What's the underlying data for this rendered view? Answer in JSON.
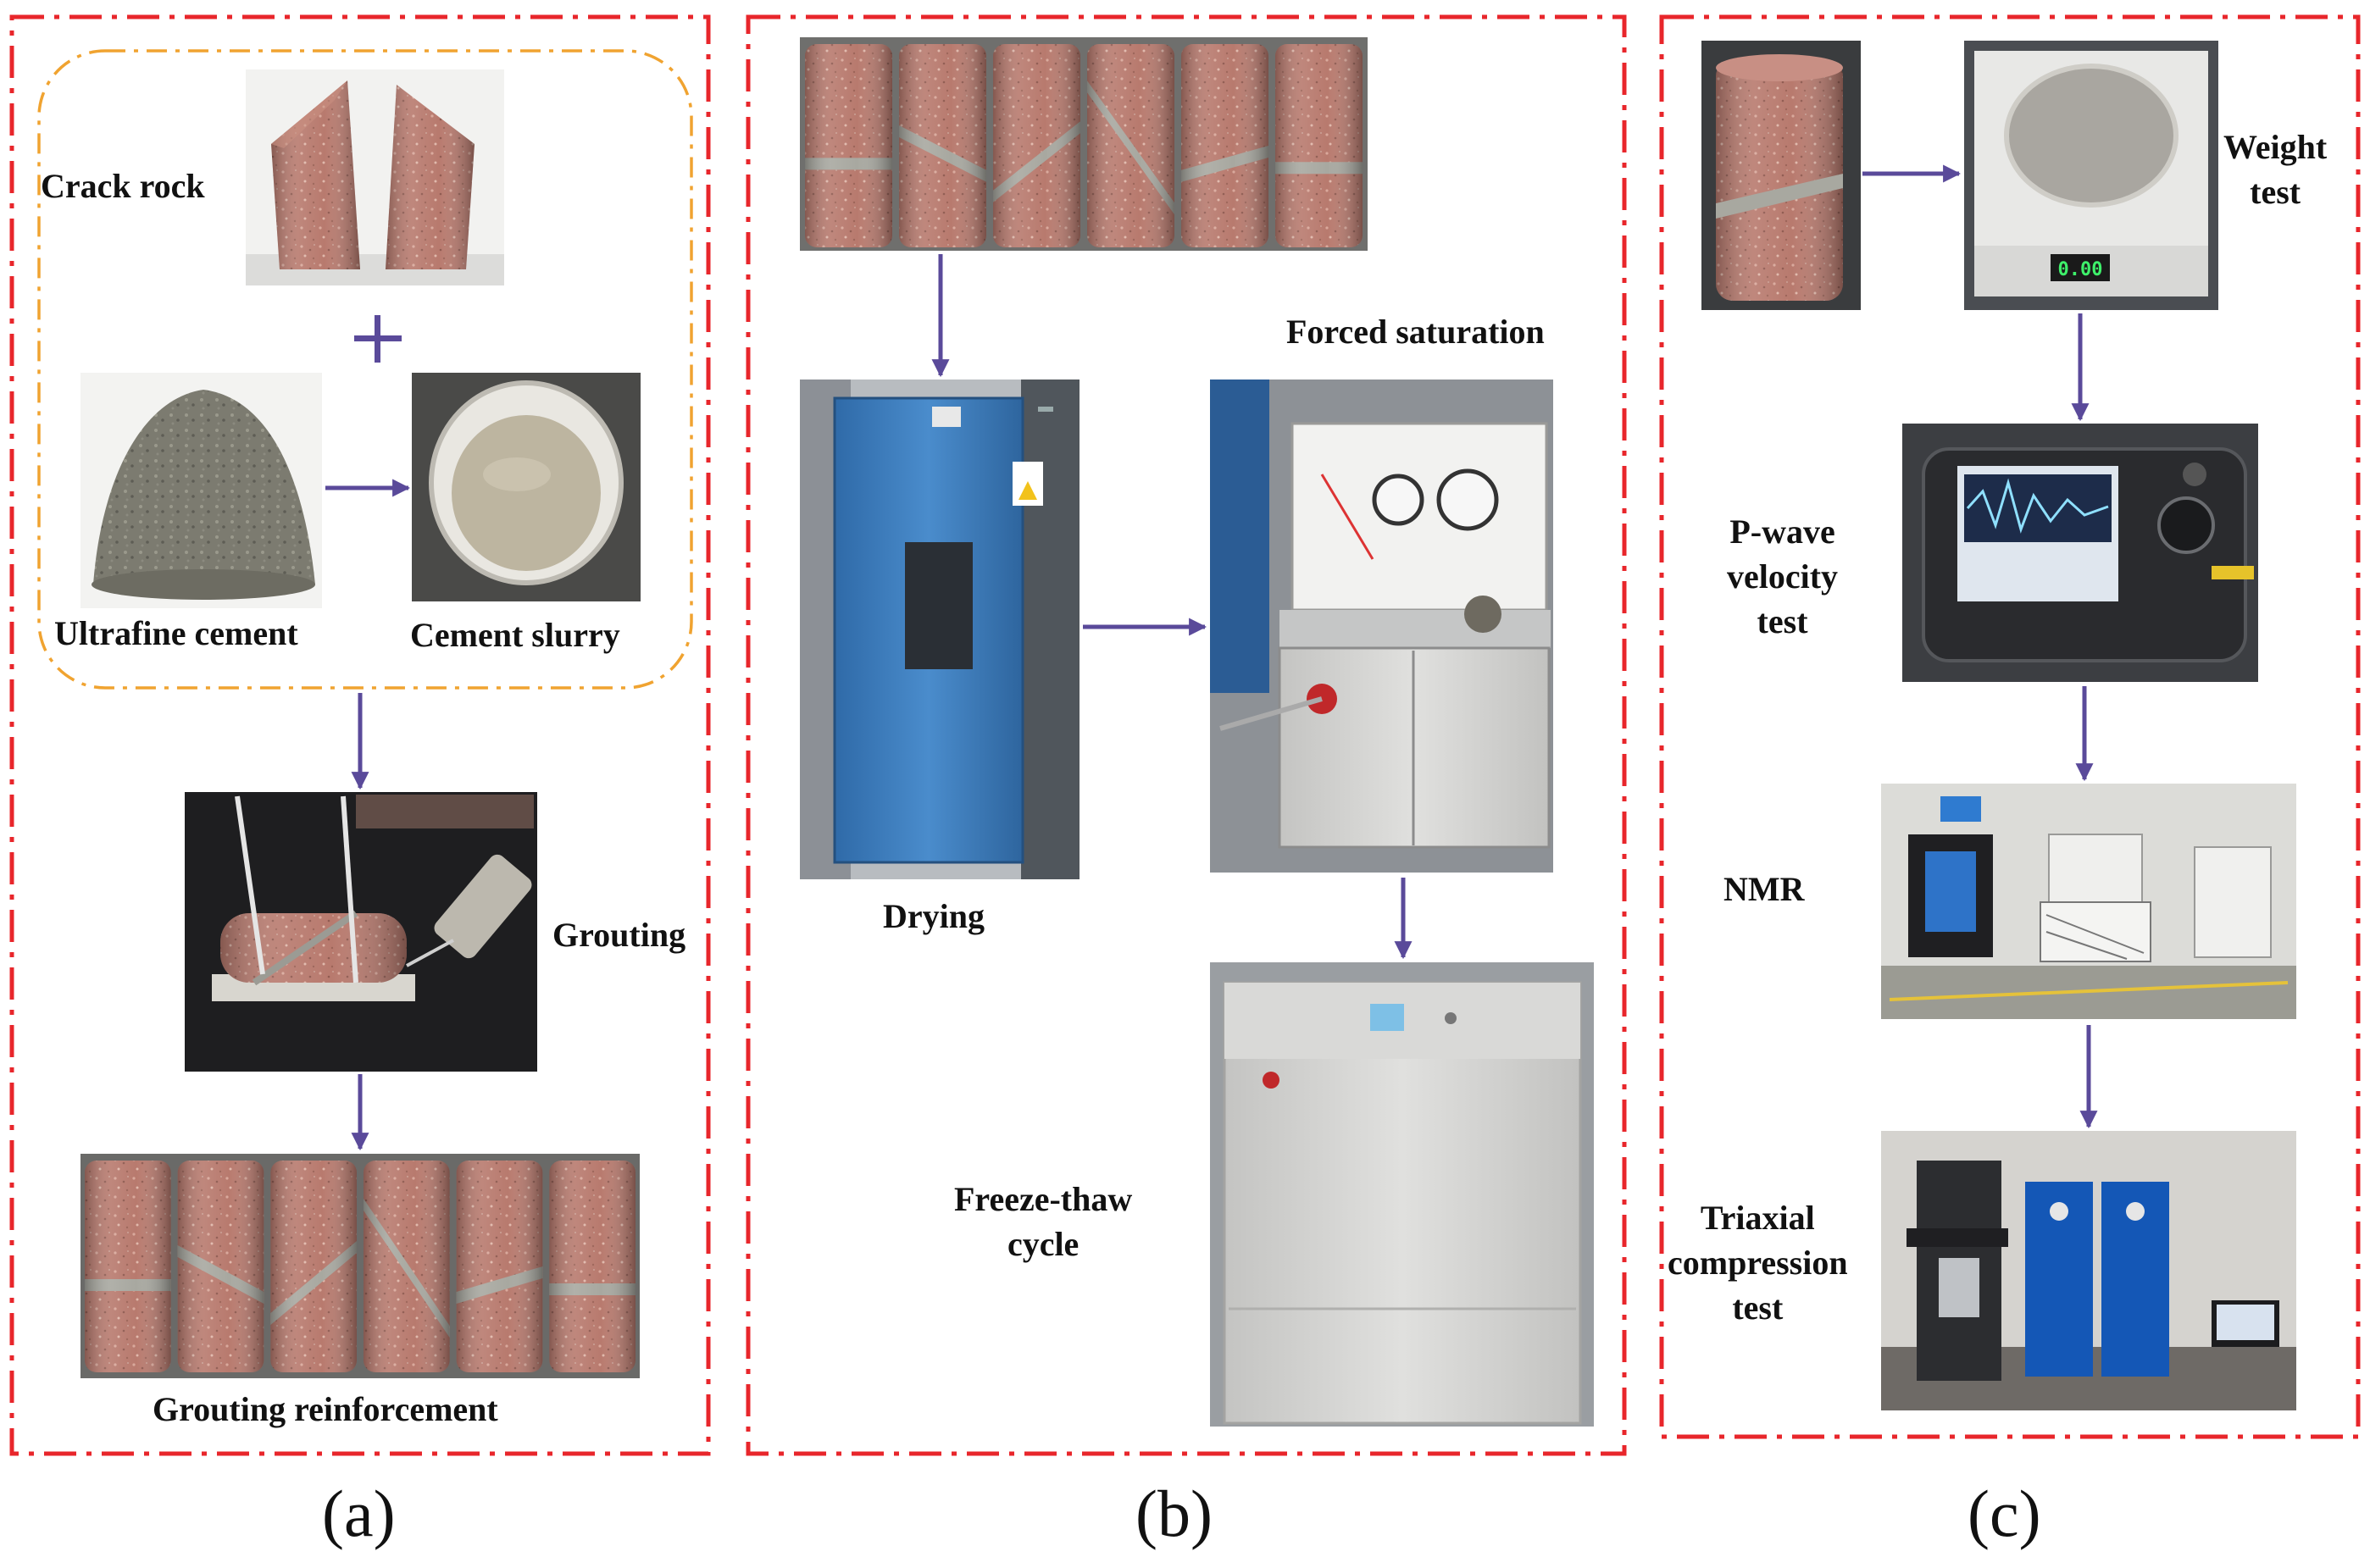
{
  "colors": {
    "frame": "#e8262b",
    "group_outline": "#f0a330",
    "arrow": "#5a4a9a",
    "rock": "#b5756a",
    "grout_seam": "#a8a8a0",
    "oven_blue": "#3b7fc0",
    "cabinet_grey": "#d4d4d2"
  },
  "panel_a": {
    "panel_label": "(a)",
    "crack_rock": "Crack rock",
    "plus_sign": "+",
    "ultrafine_cement": "Ultrafine cement",
    "cement_slurry": "Cement slurry",
    "grouting": "Grouting",
    "grouting_reinforcement": "Grouting reinforcement"
  },
  "panel_b": {
    "panel_label": "(b)",
    "forced_saturation": "Forced saturation",
    "drying": "Drying",
    "freeze_thaw_line1": "Freeze-thaw",
    "freeze_thaw_line2": "cycle"
  },
  "panel_c": {
    "panel_label": "(c)",
    "weight_line1": "Weight",
    "weight_line2": "test",
    "pwave_line1": "P-wave",
    "pwave_line2": "velocity",
    "pwave_line3": "test",
    "nmr": "NMR",
    "triaxial_line1": "Triaxial",
    "triaxial_line2": "compression",
    "triaxial_line3": "test",
    "display_reading": "0.00"
  },
  "photos": [
    {
      "id": "crack-rock-photo",
      "icon": "split-rock-core"
    },
    {
      "id": "ultrafine-cement-photo",
      "icon": "powder-pile"
    },
    {
      "id": "cement-slurry-photo",
      "icon": "slurry-cup"
    },
    {
      "id": "grouting-photo",
      "icon": "syringe-grouting"
    },
    {
      "id": "reinforced-samples-photo",
      "icon": "rock-cores"
    },
    {
      "id": "samples-photo",
      "icon": "rock-cores"
    },
    {
      "id": "drying-oven-photo",
      "icon": "drying-oven"
    },
    {
      "id": "saturation-device-photo",
      "icon": "vacuum-saturation-device"
    },
    {
      "id": "freeze-thaw-chamber-photo",
      "icon": "freeze-thaw-chamber"
    },
    {
      "id": "single-core-photo",
      "icon": "rock-core"
    },
    {
      "id": "balance-photo",
      "icon": "electronic-balance"
    },
    {
      "id": "pwave-tester-photo",
      "icon": "ultrasonic-tester"
    },
    {
      "id": "nmr-system-photo",
      "icon": "nmr-analyzer"
    },
    {
      "id": "triaxial-rig-photo",
      "icon": "triaxial-machine"
    }
  ]
}
